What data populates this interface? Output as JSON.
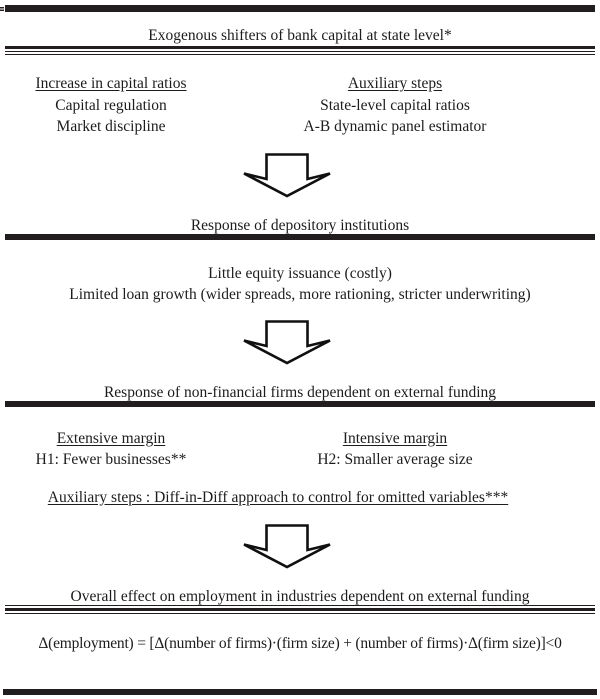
{
  "meta": {
    "background": "#ffffff",
    "ink": "#1c1c1c",
    "rule_color": "#221e20",
    "arrow_icon": "block-down-arrow"
  },
  "flow": {
    "top_banner": {
      "title": "Exogenous shifters of bank capital at state level*"
    },
    "exogenous_columns": {
      "left": {
        "header": "Increase in capital ratios",
        "items": [
          "Capital regulation",
          "Market discipline"
        ]
      },
      "right": {
        "header": "Auxiliary steps",
        "items": [
          "State-level capital ratios",
          "A-B dynamic panel estimator"
        ]
      }
    },
    "depository": {
      "title": "Response of depository institutions",
      "lines": [
        "Little equity issuance (costly)",
        "Limited loan growth (wider spreads, more rationing, stricter underwriting)"
      ]
    },
    "firms": {
      "title": "Response of non-financial firms dependent on external funding",
      "left": {
        "header": "Extensive margin",
        "items": [
          "H1: Fewer businesses**"
        ]
      },
      "right": {
        "header": "Intensive margin",
        "items": [
          "H2: Smaller average size"
        ]
      },
      "auxiliary_note": "Auxiliary steps : Diff-in-Diff approach to control for omitted variables***"
    },
    "overall": {
      "title": "Overall effect on employment in industries dependent on external funding",
      "equation": "Δ(employment) = [Δ(number of firms)·(firm size) + (number of firms)·Δ(firm size)]<0"
    }
  }
}
